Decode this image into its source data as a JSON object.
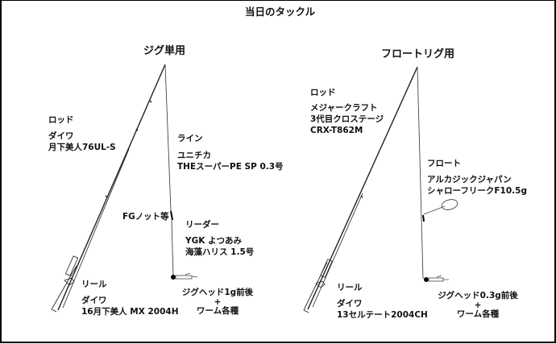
{
  "title": "当日のタックル",
  "left": {
    "heading": "ジグ単用",
    "rod_label": "ロッド",
    "rod_maker": "ダイワ",
    "rod_model": "月下美人76UL-S",
    "line_label": "ライン",
    "line_maker": "ユニチカ",
    "line_model": "THEスーパーPE SP 0.3号",
    "knot_label": "FGノット等",
    "leader_label": "リーダー",
    "leader_maker": "YGK よつあみ",
    "leader_model": "海藻ハリス 1.5号",
    "reel_label": "リール",
    "reel_maker": "ダイワ",
    "reel_model": "16月下美人 MX 2004H",
    "rig_line1": "ジグヘッド1g前後",
    "rig_plus": "+",
    "rig_line2": "ワーム各種"
  },
  "right": {
    "heading": "フロートリグ用",
    "rod_label": "ロッド",
    "rod_maker": "メジャークラフト",
    "rod_series": "3代目クロステージ",
    "rod_model": "CRX-T862M",
    "float_label": "フロート",
    "float_maker": "アルカジックジャパン",
    "float_model": "シャローフリークF10.5g",
    "reel_label": "リール",
    "reel_maker": "ダイワ",
    "reel_model": "13セルテート2004CH",
    "rig_line1": "ジグヘッド0.3g前後",
    "rig_plus": "+",
    "rig_line2": "ワーム各種"
  }
}
